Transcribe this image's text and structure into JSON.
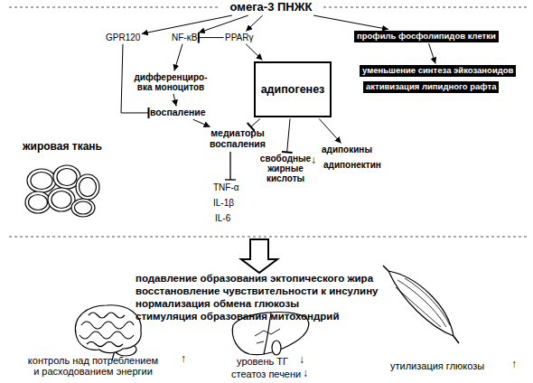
{
  "diagram": {
    "nodes": [
      {
        "text": [
          "омега-3 ПНЖК"
        ]
      },
      {
        "text": [
          "GPR120"
        ]
      },
      {
        "text": [
          "NF-κB"
        ]
      },
      {
        "text": [
          "PPARγ"
        ]
      },
      {
        "text": [
          "профиль фосфолипидов клетки"
        ]
      },
      {
        "text": [
          "дифференциро- вка моноцитов"
        ]
      },
      {
        "text": [
          "адипогенез"
        ]
      },
      {
        "text": [
          "уменьшение синтеза эйкозаноидов"
        ]
      },
      {
        "text": [
          "активизация липидного рафта"
        ]
      },
      {
        "text": [
          "воспаление"
        ]
      },
      {
        "text": [
          "медиаторы воспаления"
        ]
      },
      {
        "text": [
          "свободные жирные кислоты"
        ]
      },
      {
        "text": [
          "адипокины"
        ]
      },
      {
        "text": [
          "адипонектин"
        ]
      }
    ],
    "edges": [
      {
        "from": 0,
        "to": 1,
        "arrow": "to"
      },
      {
        "from": 0,
        "to": 2,
        "arrow": "to"
      },
      {
        "from": 0,
        "to": 3,
        "arrow": "to"
      },
      {
        "from": 0,
        "to": 4,
        "arrow": "to"
      },
      {
        "from": 3,
        "to": 2,
        "arrow": "to"
      },
      {
        "from": 2,
        "to": 5,
        "arrow": "to"
      },
      {
        "from": 3,
        "to": 6,
        "arrow": "to"
      },
      {
        "from": 4,
        "to": 7,
        "arrow": "to"
      },
      {
        "from": 1,
        "to": 9,
        "arrow": "to"
      },
      {
        "from": 5,
        "to": 9,
        "arrow": "to"
      },
      {
        "from": 9,
        "to": 10,
        "arrow": "to"
      },
      {
        "from": 6,
        "to": 10,
        "arrow": "to"
      },
      {
        "from": 6,
        "to": 11,
        "arrow": "to"
      },
      {
        "from": 6,
        "to": 12,
        "arrow": "to"
      }
    ],
    "labels": [
      "жировая ткань",
      "TNF-α",
      "IL-1β",
      "IL-6",
      "↓",
      "подавление образования эктопического жира",
      "восстановление чувствительности к инсулину",
      "нормализация обмена глюкозы",
      "стимуляция образования митохондрий",
      "контроль над потреблением и расходованием энергии",
      "↑",
      "уровень ТГ",
      "↓",
      "стеатоз печени",
      "↓",
      "утилизация глюкозы",
      "↑"
    ]
  }
}
